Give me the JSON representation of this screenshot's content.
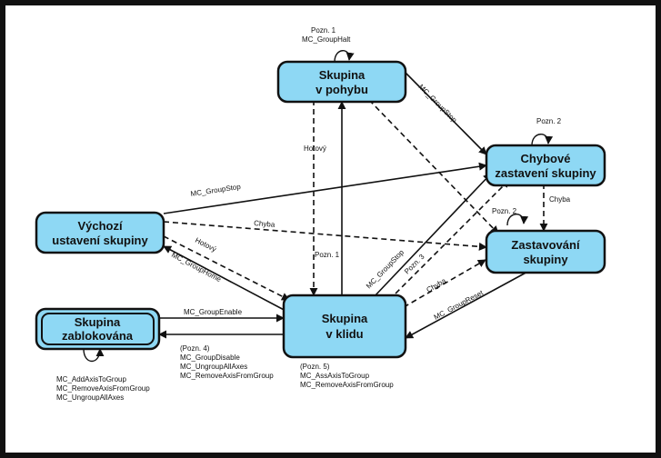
{
  "colors": {
    "state_fill": "#8ed8f4",
    "stroke": "#111111",
    "background": "#ffffff"
  },
  "states": {
    "motion": {
      "line1": "Skupina",
      "line2": "v pohybu"
    },
    "error": {
      "line1": "Chybové",
      "line2": "zastavení skupiny"
    },
    "initial": {
      "line1": "Výchozí",
      "line2": "ustavení skupiny"
    },
    "stopping": {
      "line1": "Zastavování",
      "line2": "skupiny"
    },
    "disabled": {
      "line1": "Skupina",
      "line2": "zablokována"
    },
    "standby": {
      "line1": "Skupina",
      "line2": "v klidu"
    }
  },
  "labels": {
    "note1_top": "Pozn. 1",
    "group_halt": "MC_GroupHalt",
    "group_stop_1": "MC_GroupStop",
    "note2_error": "Pozn. 2",
    "hotovy_1": "Hotový",
    "group_stop_2": "MC_GroupStop",
    "chyba_1": "Chyba",
    "note2_stopping": "Pozn. 2",
    "chyba_2": "Chyba",
    "hotovy_2": "Hotový",
    "note1_mid": "Pozn. 1",
    "group_stop_3": "MC_GroupStop",
    "note3": "Pozn. 3",
    "chyba_3": "Chyba",
    "group_home": "MC_GroupHome",
    "group_reset": "MC_GroupReset",
    "group_enable": "MC_GroupEnable",
    "note4": "(Pozn. 4)",
    "group_disable": "MC_GroupDisable",
    "ungroup_all_1": "MC_UngroupAllAxes",
    "remove_axis_1": "MC_RemoveAxisFromGroup",
    "note5": "(Pozn. 5)",
    "add_axis_1": "MC_AssAxisToGroup",
    "remove_axis_2": "MC_RemoveAxisFromGroup",
    "add_axis_2": "MC_AddAxisToGroup",
    "remove_axis_3": "MC_RemoveAxisFromGroup",
    "ungroup_all_2": "MC_UngroupAllAxes"
  }
}
